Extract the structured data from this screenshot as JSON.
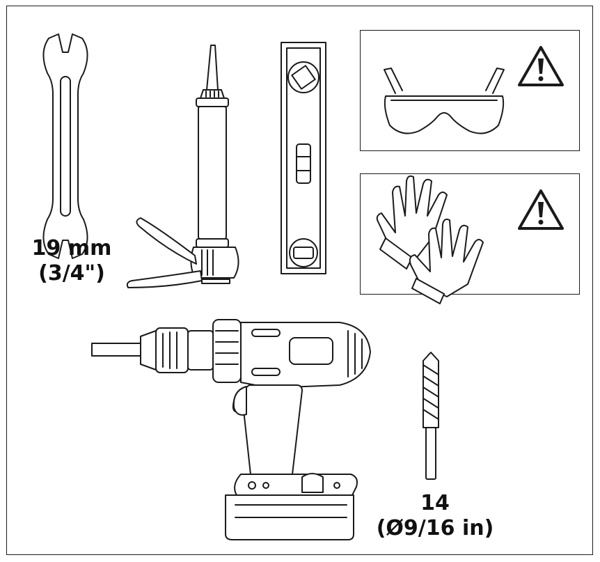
{
  "wrench": {
    "size_mm": "19 mm",
    "size_in": "(3/4\")",
    "icon": "open-end-wrench-icon"
  },
  "caulk_gun": {
    "icon": "caulking-gun-icon"
  },
  "level": {
    "icon": "spirit-level-icon"
  },
  "ppe": {
    "glasses": {
      "icon": "safety-glasses-icon",
      "warning_icon": "warning-triangle-icon"
    },
    "gloves": {
      "icon": "work-gloves-icon",
      "warning_icon": "warning-triangle-icon"
    }
  },
  "drill": {
    "icon": "cordless-drill-icon"
  },
  "drill_bit": {
    "size": "14",
    "size_in": "(Ø9/16 in)",
    "icon": "drill-bit-icon"
  }
}
